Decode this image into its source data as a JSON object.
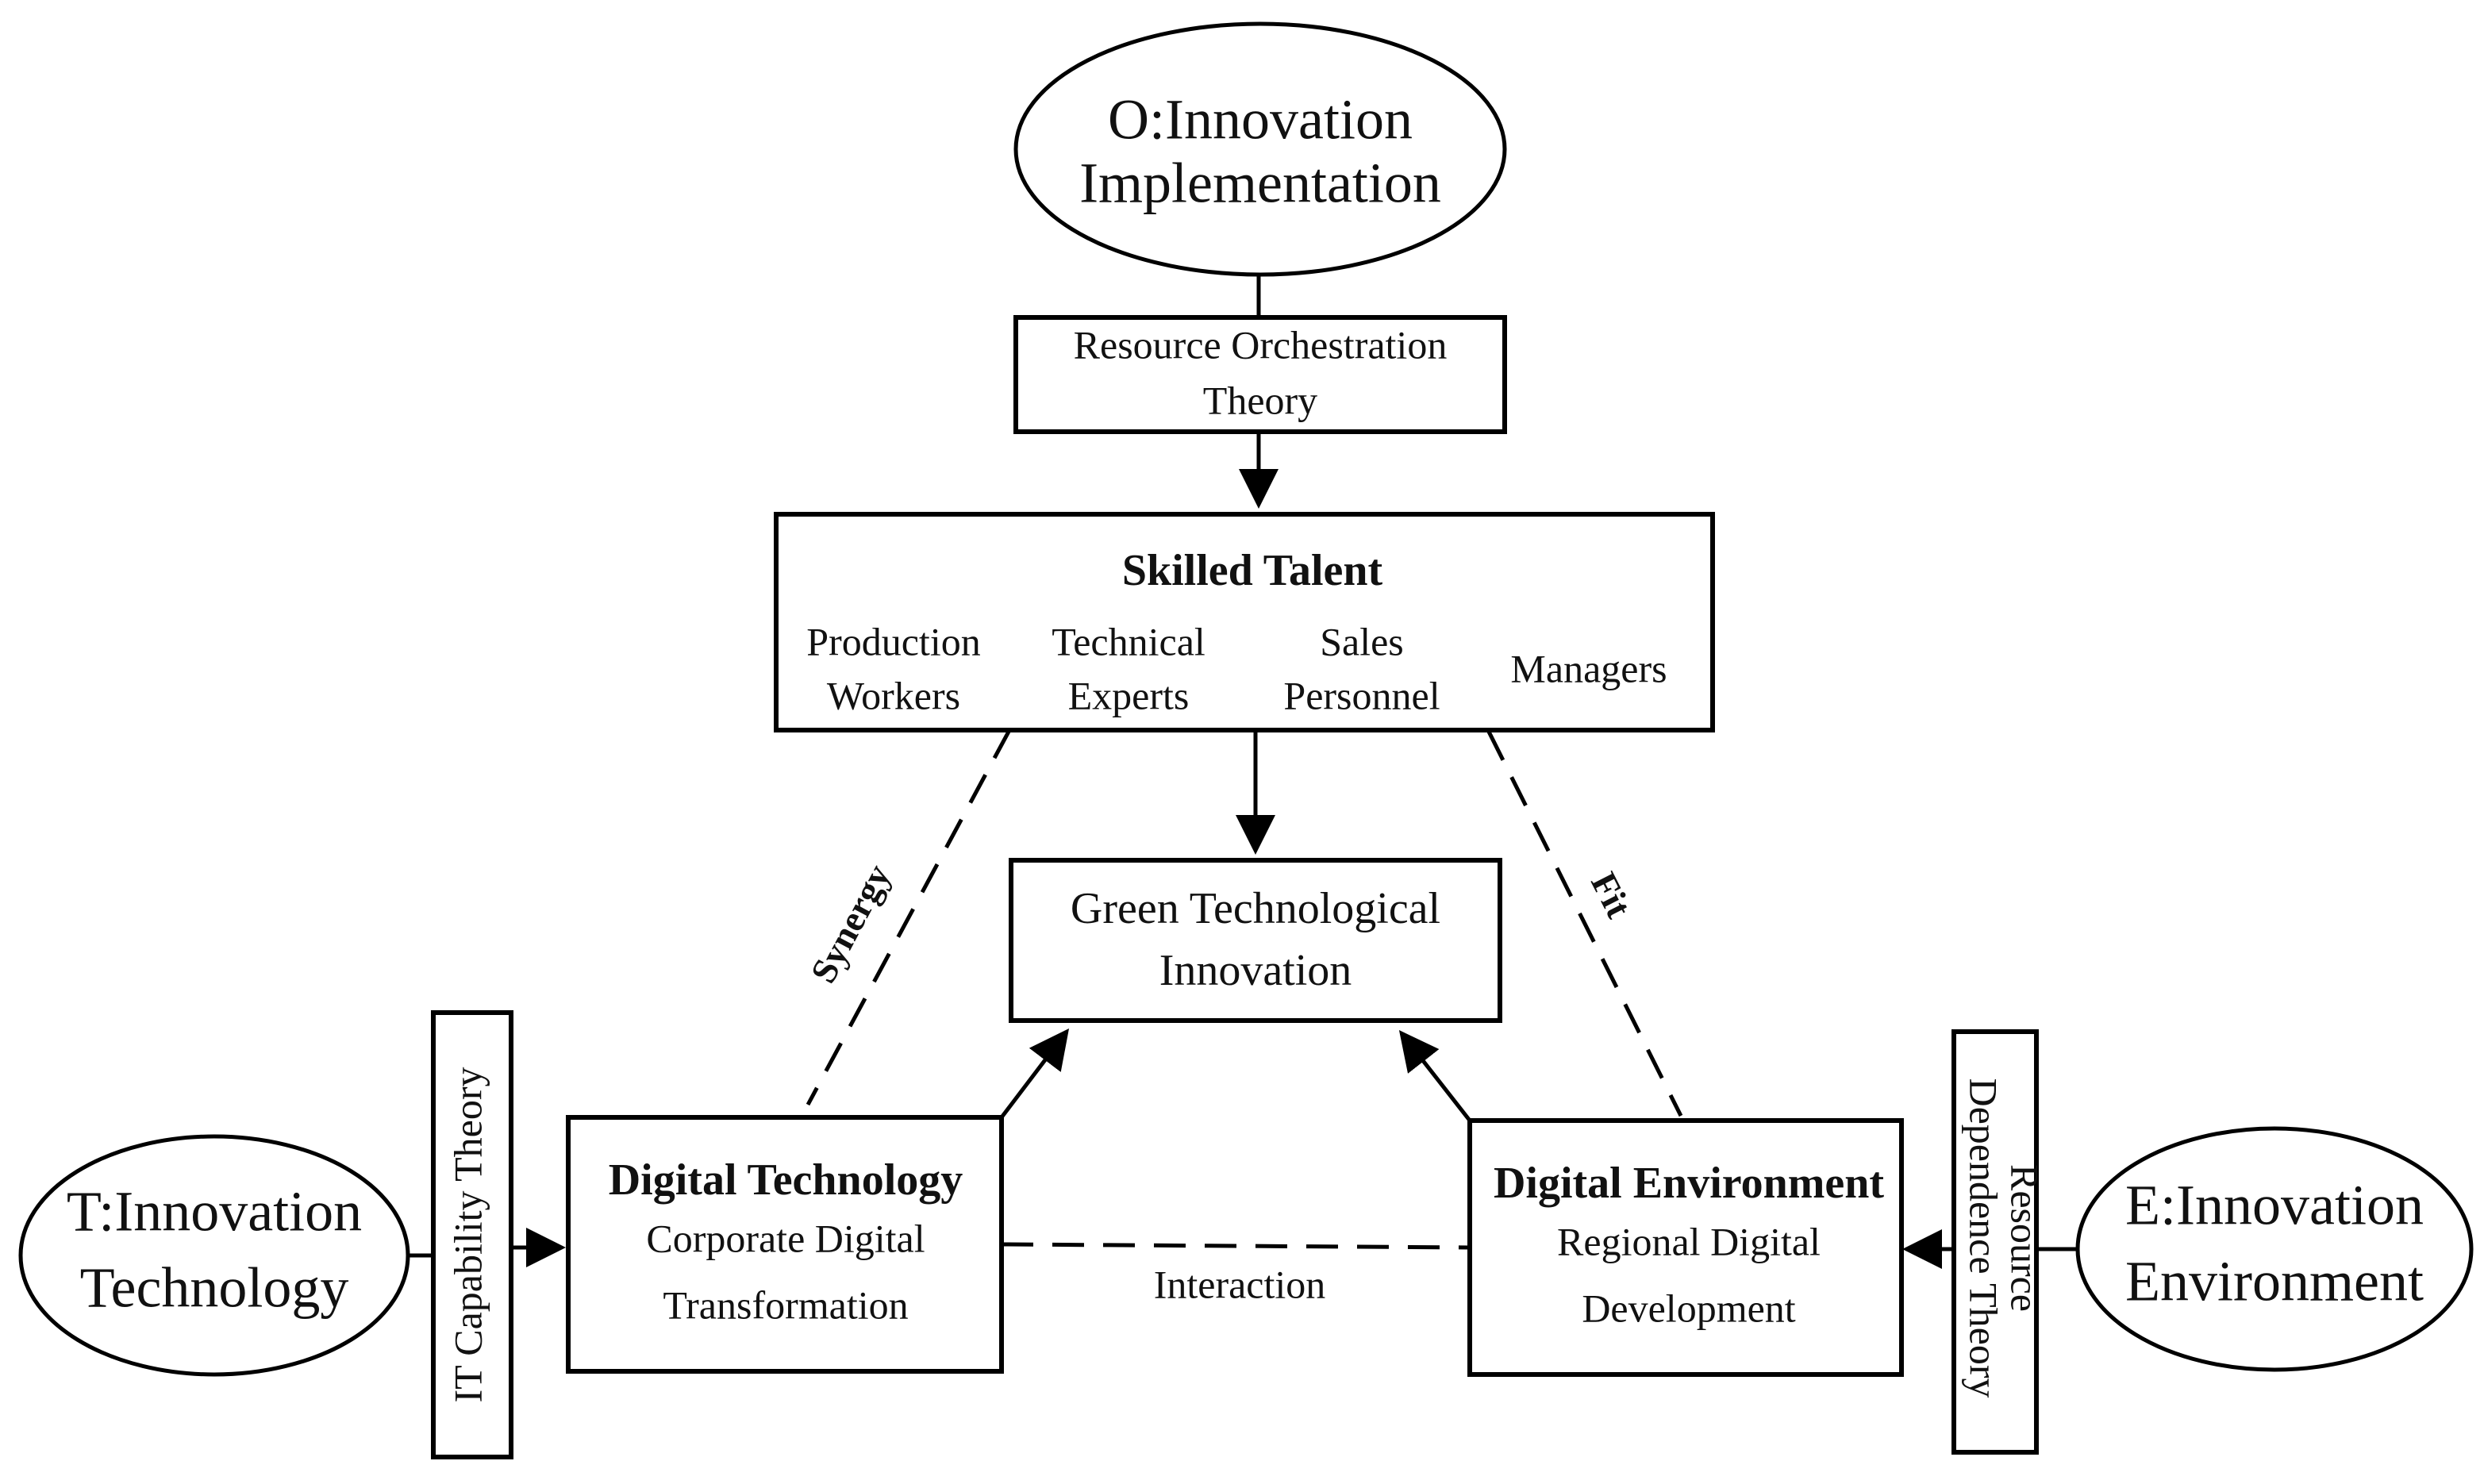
{
  "nodes": {
    "innovation_implementation": {
      "line1": "O:Innovation",
      "line2": "Implementation"
    },
    "innovation_technology": {
      "line1": "T:Innovation",
      "line2": "Technology"
    },
    "innovation_environment": {
      "line1": "E:Innovation",
      "line2": "Environment"
    },
    "resource_orchestration_theory": {
      "line1": "Resource Orchestration",
      "line2": "Theory"
    },
    "it_capability_theory": {
      "label": "IT Capability Theory"
    },
    "resource_dependence_theory": {
      "line1": "Resource",
      "line2": "Dependence Theory"
    },
    "skilled_talent": {
      "title": "Skilled Talent",
      "roles": [
        {
          "line1": "Production",
          "line2": "Workers"
        },
        {
          "line1": "Technical",
          "line2": "Experts"
        },
        {
          "line1": "Sales",
          "line2": "Personnel"
        },
        {
          "line1": "Managers",
          "line2": ""
        }
      ]
    },
    "green_innovation": {
      "line1": "Green Technological",
      "line2": "Innovation"
    },
    "digital_technology": {
      "title": "Digital Technology",
      "line1": "Corporate Digital",
      "line2": "Transformation"
    },
    "digital_environment": {
      "title": "Digital Environment",
      "line1": "Regional Digital",
      "line2": "Development"
    }
  },
  "relations": {
    "synergy": "Synergy",
    "fit": "Fit",
    "interaction": "Interaction"
  }
}
